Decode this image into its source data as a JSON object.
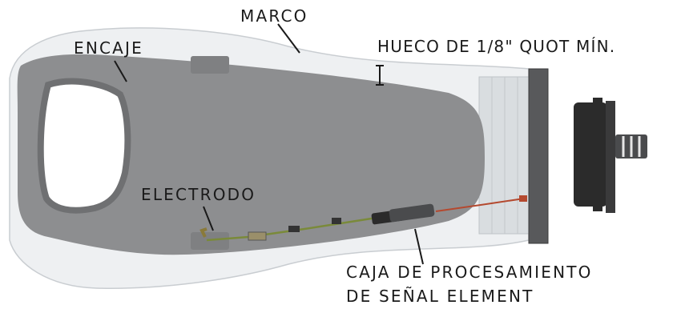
{
  "labels": {
    "frame": "MARCO",
    "socket": "ENCAJE",
    "gap": "HUECO DE 1/8\" QUOT MÍN.",
    "electrode": "ELECTRODO",
    "processing_box_line1": "CAJA DE PROCESAMIENTO",
    "processing_box_line2": "DE SEÑAL ELEMENT"
  },
  "colors": {
    "frame_fill": "#eef0f2",
    "frame_stroke": "#c9cdd1",
    "socket_fill": "#8d8e90",
    "socket_dark": "#6f7072",
    "ring_fill": "#d4d8db",
    "adapter_dark": "#2b2b2b",
    "cable_green": "#7a8a3a",
    "cable_red": "#b4492f",
    "text": "#1a1a1a"
  }
}
